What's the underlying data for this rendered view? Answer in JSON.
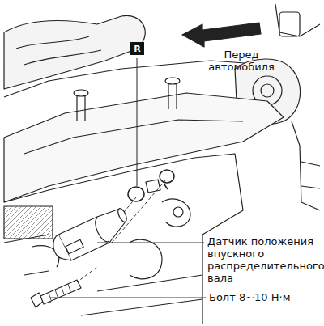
{
  "diagram": {
    "nodes": [
      {
        "text": [
          "R"
        ]
      }
    ],
    "labels": [
      "Перед автомобиля",
      "Датчик положения впускного распределительного вала",
      "Болт 8~10 Н·м"
    ]
  }
}
